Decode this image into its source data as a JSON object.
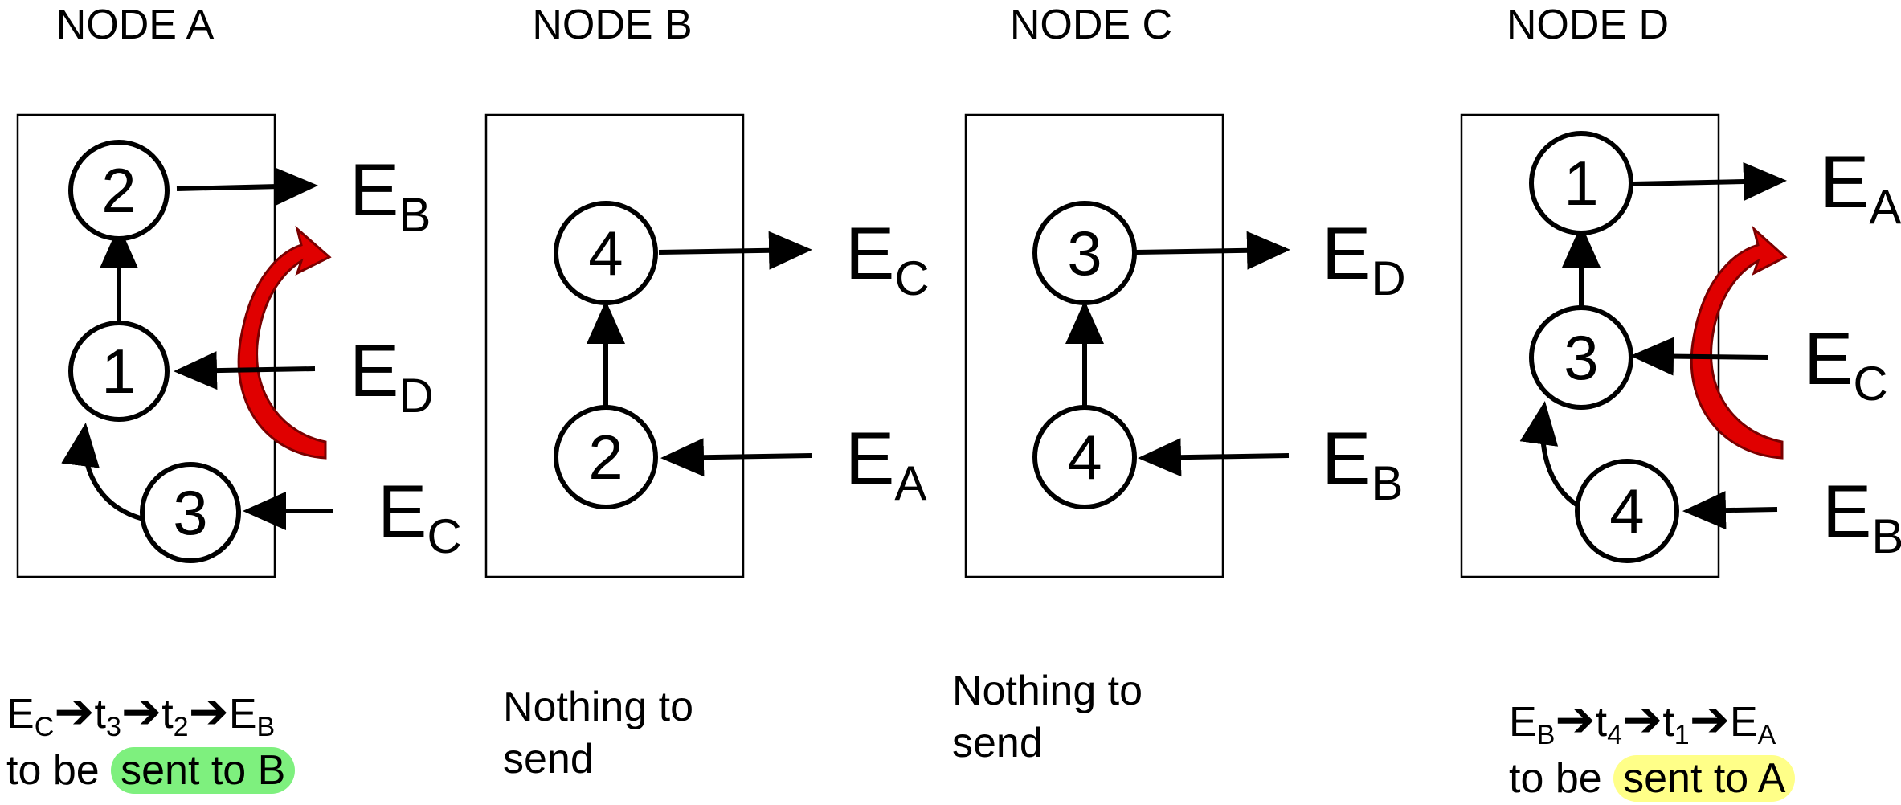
{
  "nodes": [
    {
      "title": "NODE A",
      "circles": [
        "2",
        "1",
        "3"
      ],
      "events": [
        {
          "main": "E",
          "sub": "B"
        },
        {
          "main": "E",
          "sub": "D"
        },
        {
          "main": "E",
          "sub": "C"
        }
      ]
    },
    {
      "title": "NODE B",
      "circles": [
        "4",
        "2"
      ],
      "events": [
        {
          "main": "E",
          "sub": "C"
        },
        {
          "main": "E",
          "sub": "A"
        }
      ]
    },
    {
      "title": "NODE C",
      "circles": [
        "3",
        "4"
      ],
      "events": [
        {
          "main": "E",
          "sub": "D"
        },
        {
          "main": "E",
          "sub": "B"
        }
      ]
    },
    {
      "title": "NODE D",
      "circles": [
        "1",
        "3",
        "4"
      ],
      "events": [
        {
          "main": "E",
          "sub": "A"
        },
        {
          "main": "E",
          "sub": "C"
        },
        {
          "main": "E",
          "sub": "B"
        }
      ]
    }
  ],
  "captions": {
    "a": {
      "chain": [
        {
          "t": "E",
          "s": "C"
        },
        {
          "arrow": "➔"
        },
        {
          "t": "t",
          "s": "3"
        },
        {
          "arrow": "➔"
        },
        {
          "t": "t",
          "s": "2"
        },
        {
          "arrow": "➔"
        },
        {
          "t": "E",
          "s": "B"
        }
      ],
      "prefix": "to be",
      "highlight": "sent to B"
    },
    "b": {
      "line1": "Nothing to",
      "line2": "send"
    },
    "c": {
      "line1": "Nothing to",
      "line2": "send"
    },
    "d": {
      "chain": [
        {
          "t": "E",
          "s": "B"
        },
        {
          "arrow": "➔"
        },
        {
          "t": "t",
          "s": "4"
        },
        {
          "arrow": "➔"
        },
        {
          "t": "t",
          "s": "1"
        },
        {
          "arrow": "➔"
        },
        {
          "t": "E",
          "s": "A"
        }
      ],
      "prefix": "to be",
      "highlight": "sent to A"
    }
  },
  "colors": {
    "reorder_arrow": "#e00000",
    "highlight_a": "#7ef07e",
    "highlight_d": "#ffff88"
  }
}
